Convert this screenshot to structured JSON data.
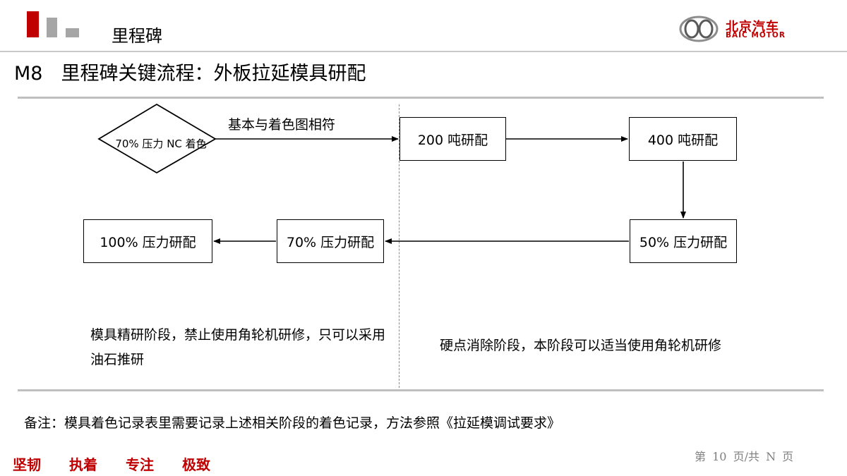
{
  "header": {
    "title": "里程碑",
    "logo": {
      "name_cn": "北京汽车",
      "name_en": "BAIC MOTOR",
      "icon": "baic-emblem-icon"
    }
  },
  "slide": {
    "code": "M8",
    "title": "里程碑关键流程：外板拉延模具研配"
  },
  "flow": {
    "diamond": "70% 压力 NC 着色",
    "arrow_label": "基本与着色图相符",
    "boxes": {
      "b200": "200 吨研配",
      "b400": "400 吨研配",
      "b50": "50% 压力研配",
      "b70": "70% 压力研配",
      "b100": "100% 压力研配"
    }
  },
  "notes": {
    "left": "模具精研阶段，禁止使用角轮机研修，只可以采用油石推研",
    "right": "硬点消除阶段，本阶段可以适当使用角轮机研修"
  },
  "remark": "备注：模具着色记录表里需要记录上述相关阶段的着色记录，方法参照《拉延模调试要求》",
  "footer": {
    "motto": [
      "坚韧",
      "执着",
      "专注",
      "极致"
    ],
    "page_prefix": "第",
    "page_number": "10",
    "page_mid": "页/共",
    "page_total": "N",
    "page_suffix": "页"
  },
  "colors": {
    "brand_red": "#c00000",
    "rule_gray": "#bfbfbf",
    "accent_gray": "#a6a6a6"
  }
}
